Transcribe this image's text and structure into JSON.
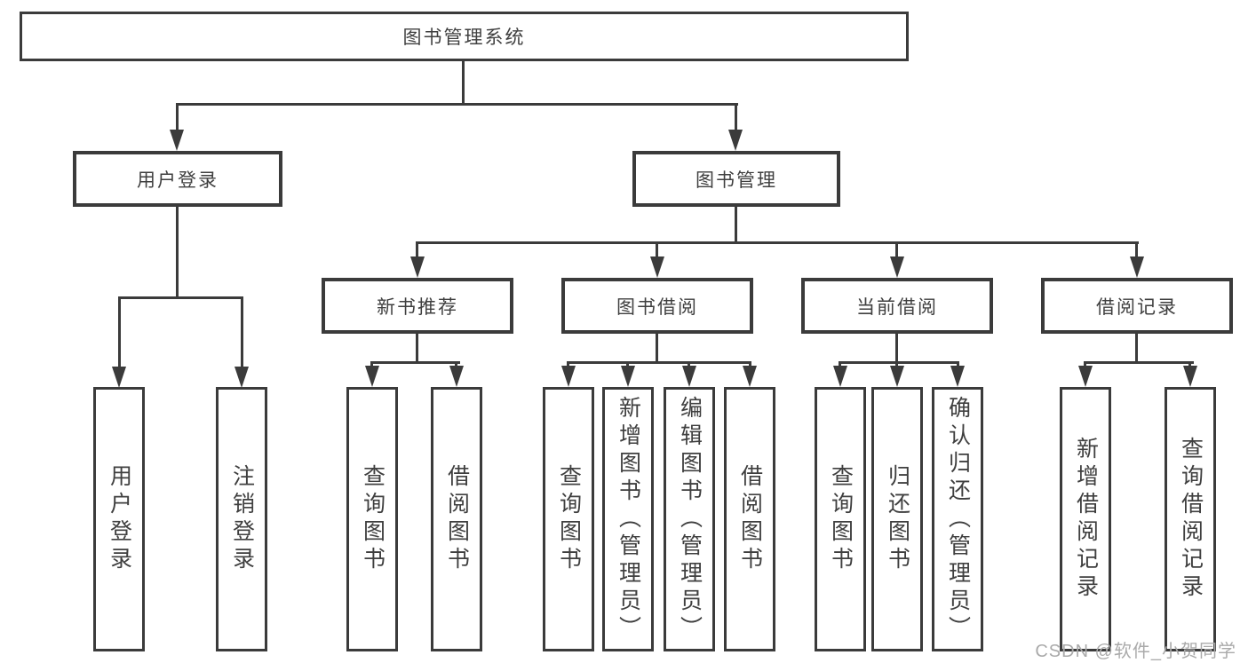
{
  "diagram": {
    "title": "图书管理系统",
    "nodes": {
      "root": {
        "label": "图书管理系统"
      },
      "user_login": {
        "label": "用户登录"
      },
      "book_mgmt": {
        "label": "图书管理"
      },
      "new_book_rec": {
        "label": "新书推荐"
      },
      "book_borrow": {
        "label": "图书借阅"
      },
      "current_borrow": {
        "label": "当前借阅"
      },
      "borrow_record": {
        "label": "借阅记录"
      },
      "leaf_user_login": {
        "label": "用户登录"
      },
      "leaf_logout": {
        "label": "注销登录"
      },
      "leaf_nb_query": {
        "label": "查询图书"
      },
      "leaf_nb_borrow": {
        "label": "借阅图书"
      },
      "leaf_bb_query": {
        "label": "查询图书"
      },
      "leaf_bb_add": {
        "label": "新增图书（管理员）"
      },
      "leaf_bb_edit": {
        "label": "编辑图书（管理员）"
      },
      "leaf_bb_borrow": {
        "label": "借阅图书"
      },
      "leaf_cb_query": {
        "label": "查询图书"
      },
      "leaf_cb_return": {
        "label": "归还图书"
      },
      "leaf_cb_confirm": {
        "label": "确认归还（管理员）"
      },
      "leaf_br_add": {
        "label": "新增借阅记录"
      },
      "leaf_br_query": {
        "label": "查询借阅记录"
      }
    },
    "structure": {
      "root": [
        "user_login",
        "book_mgmt"
      ],
      "user_login": [
        "leaf_user_login",
        "leaf_logout"
      ],
      "book_mgmt": [
        "new_book_rec",
        "book_borrow",
        "current_borrow",
        "borrow_record"
      ],
      "new_book_rec": [
        "leaf_nb_query",
        "leaf_nb_borrow"
      ],
      "book_borrow": [
        "leaf_bb_query",
        "leaf_bb_add",
        "leaf_bb_edit",
        "leaf_bb_borrow"
      ],
      "current_borrow": [
        "leaf_cb_query",
        "leaf_cb_return",
        "leaf_cb_confirm"
      ],
      "borrow_record": [
        "leaf_br_add",
        "leaf_br_query"
      ]
    }
  },
  "watermark": {
    "text": "CSDN @软件_小贺同学"
  },
  "colors": {
    "line": "#3b3b3b",
    "text": "#3f3f3f",
    "watermark": "#aaaaaa",
    "background": "#ffffff"
  }
}
